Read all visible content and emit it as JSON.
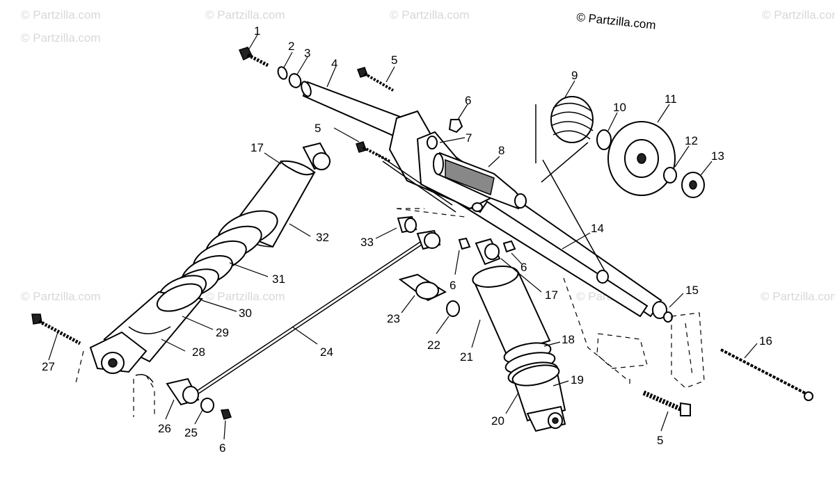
{
  "copyright": "© Partzilla.com",
  "watermark": "© Partzilla.com",
  "callouts": {
    "c1": "1",
    "c2": "2",
    "c3": "3",
    "c4": "4",
    "c5a": "5",
    "c5b": "5",
    "c5c": "5",
    "c6a": "6",
    "c6b": "6",
    "c6c": "6",
    "c6d": "6",
    "c7": "7",
    "c8": "8",
    "c9": "9",
    "c10": "10",
    "c11": "11",
    "c12": "12",
    "c13": "13",
    "c14": "14",
    "c15": "15",
    "c16": "16",
    "c17a": "17",
    "c17b": "17",
    "c18": "18",
    "c19": "19",
    "c20": "20",
    "c21": "21",
    "c22": "22",
    "c23": "23",
    "c24": "24",
    "c25": "25",
    "c26": "26",
    "c27": "27",
    "c28": "28",
    "c29": "29",
    "c30": "30",
    "c31": "31",
    "c32": "32",
    "c33": "33"
  }
}
